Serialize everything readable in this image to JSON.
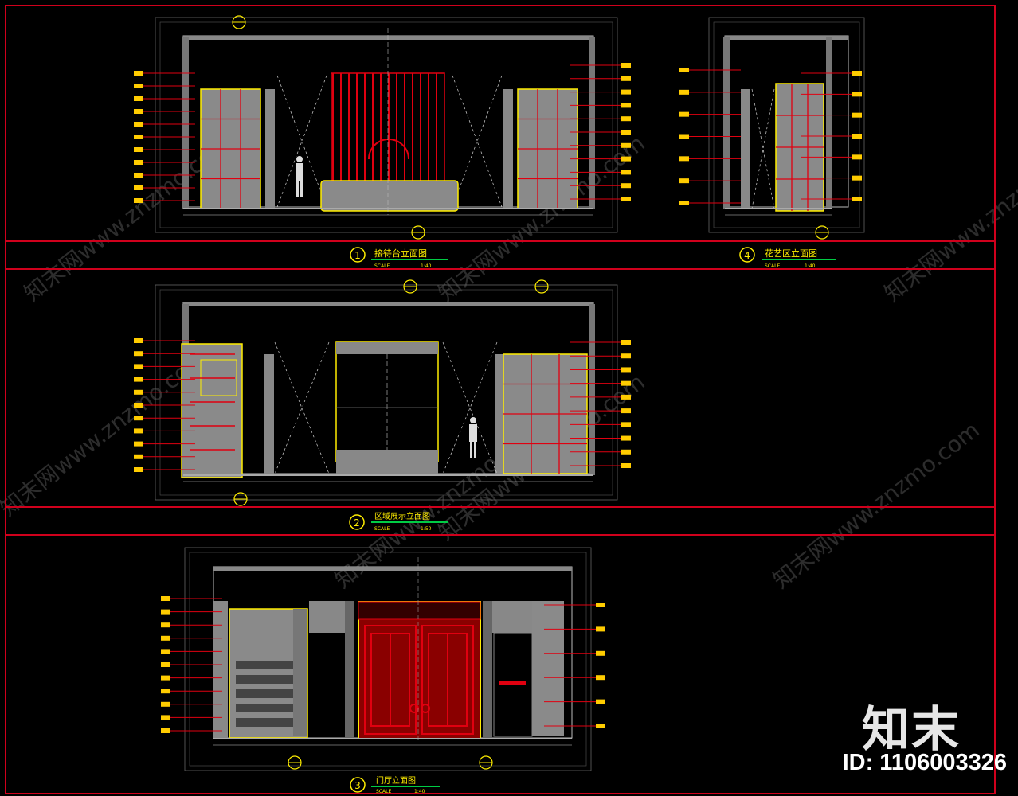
{
  "colors": {
    "frame": "#d0001c",
    "wall": "#888888",
    "panel": "#8a8a8a",
    "yellow": "#ffee00",
    "green": "#00cc44",
    "red": "#e00010",
    "blue": "#2030ff",
    "white": "#ffffff",
    "tag": "#ffcc00"
  },
  "elevations": [
    {
      "num": "1",
      "title": "接待台立面图",
      "scale": "SCALE",
      "ratio": "1:40"
    },
    {
      "num": "4",
      "title": "花艺区立面图",
      "scale": "SCALE",
      "ratio": "1:40"
    },
    {
      "num": "2",
      "title": "区域展示立面图",
      "scale": "SCALE",
      "ratio": "1:50"
    },
    {
      "num": "3",
      "title": "门厅立面图",
      "scale": "SCALE",
      "ratio": "1:40"
    }
  ],
  "watermark": {
    "text": "知末网www.znzmo.com",
    "side": "znzmo.com"
  },
  "brand": {
    "logo": "知末",
    "id_text": "ID: 1106003326"
  }
}
